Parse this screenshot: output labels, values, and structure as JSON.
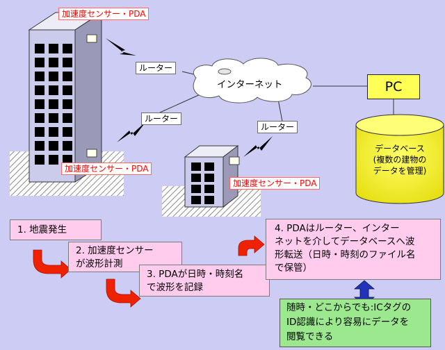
{
  "labels": {
    "sensor_top": "加速度センサー・PDA",
    "sensor_mid": "加速度センサー・PDA",
    "sensor_small": "加速度センサー・PDA",
    "router_1": "ルーター",
    "router_2": "ルーター",
    "router_3": "ルーター",
    "internet": "インターネット",
    "pc": "PC",
    "database": [
      "データベース",
      "(複数の建物の",
      "データを管理)"
    ]
  },
  "steps": {
    "step1": "1. 地震発生",
    "step2": [
      "2. 加速度センサー",
      "が波形計測"
    ],
    "step3": [
      "3. PDAが日時・時刻名",
      "で波形を記録"
    ],
    "step4": [
      "4. PDAはルーター、インター",
      "ネットを介してデータベースへ波",
      "形転送（日時・時刻のファイル名",
      "で保管）"
    ]
  },
  "note": [
    "随時・どこからでも:ICタグの",
    "ID認識により容易にデータを",
    "閲覧できる"
  ],
  "colors": {
    "background": "#ccccf5",
    "building_face": "#cbcbeb",
    "window": "#000000",
    "pc_box": "#ffff55",
    "database": "#ffff55",
    "step_box": "#ffccee",
    "note_box": "#9be88f",
    "arrow_red": "#ee2200",
    "double_arrow": "#2233bb",
    "sensor_text": "#ff0000"
  }
}
